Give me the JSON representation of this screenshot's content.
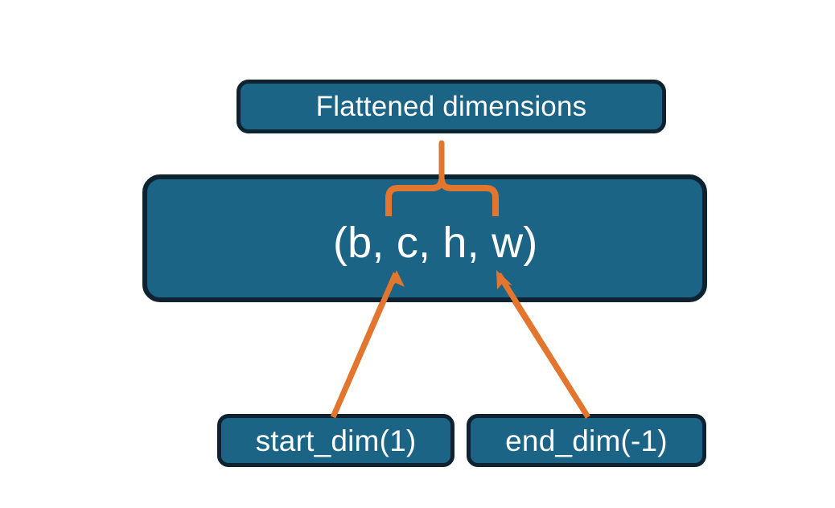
{
  "diagram": {
    "title_node": {
      "label": "Flattened dimensions"
    },
    "shape_node": {
      "label": "(b, c, h, w)"
    },
    "param_nodes": [
      {
        "label": "start_dim(1)"
      },
      {
        "label": "end_dim(-1)"
      }
    ],
    "connectors": {
      "brace": {
        "name": "curly-brace-flattened-range",
        "spans_dims": "c, h, w"
      },
      "arrows": [
        {
          "name": "arrow-start-dim-to-c",
          "from": "start_dim(1)",
          "to": "c"
        },
        {
          "name": "arrow-end-dim-to-w",
          "from": "end_dim(-1)",
          "to": "w"
        }
      ]
    },
    "colors": {
      "node_fill": "#1b6485",
      "node_border": "#0e2230",
      "accent": "#e2762e",
      "text": "#ffffff",
      "background": "#ffffff"
    }
  }
}
